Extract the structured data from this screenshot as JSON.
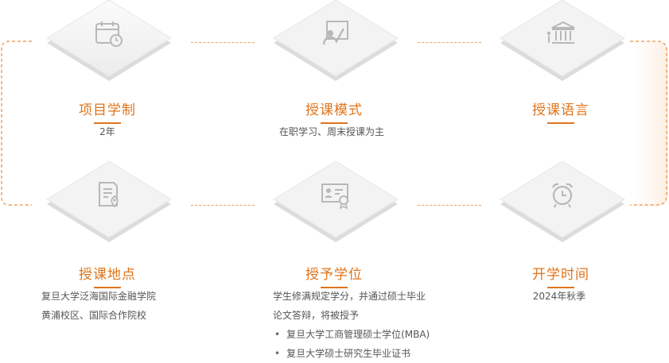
{
  "items": [
    {
      "title": "项目学制",
      "icon": "calendar-icon",
      "lines": [
        "2年"
      ]
    },
    {
      "title": "授课模式",
      "icon": "teacher-icon",
      "lines": [
        "在职学习、周末授课为主"
      ]
    },
    {
      "title": "授课语言",
      "icon": "institution-icon",
      "lines": []
    },
    {
      "title": "授课地点",
      "icon": "location-document-icon",
      "lines": [
        "复旦大学泛海国际金融学院",
        "黄浦校区、国际合作院校"
      ]
    },
    {
      "title": "授予学位",
      "icon": "certificate-icon",
      "lines": [
        "学生修满规定学分，并通过硕士毕业",
        "论文答辩，将被授予"
      ],
      "bullets": [
        "复旦大学工商管理硕士学位(MBA)",
        "复旦大学硕士研究生毕业证书"
      ]
    },
    {
      "title": "开学时间",
      "icon": "alarm-clock-icon",
      "lines": [
        "2024年秋季"
      ]
    }
  ],
  "colors": {
    "accent": "#e0741b",
    "dash": "#f0a15e",
    "tile": "#f4f4f4",
    "icon": "#b8b8b8"
  }
}
